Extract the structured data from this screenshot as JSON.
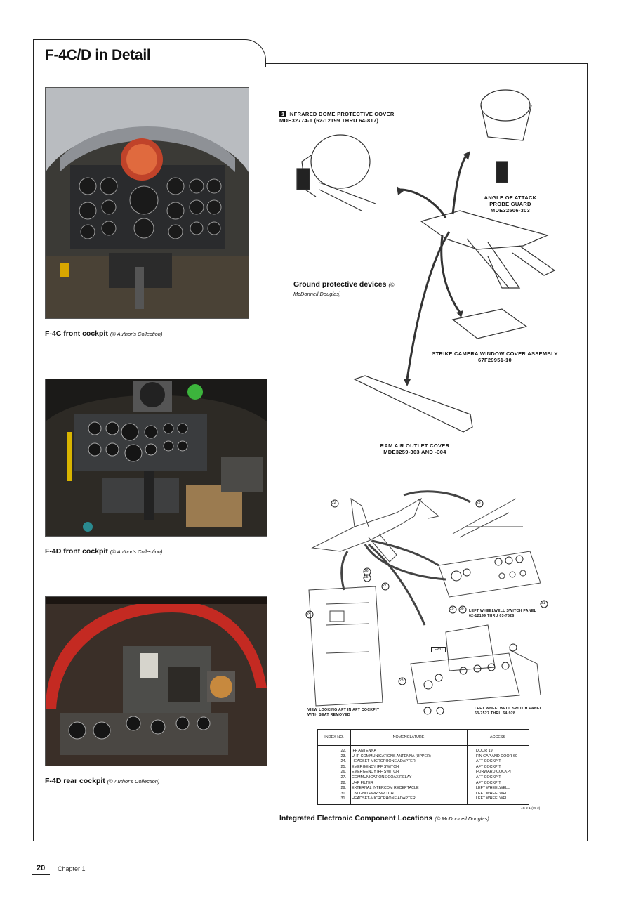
{
  "page": {
    "title": "F-4C/D in Detail",
    "page_number": "20",
    "chapter": "Chapter 1"
  },
  "photos": [
    {
      "caption": "F-4C front cockpit",
      "credit": "(© Author's Collection)"
    },
    {
      "caption": "F-4D front cockpit",
      "credit": "(© Author's Collection)"
    },
    {
      "caption": "F-4D rear cockpit",
      "credit": "(© Author's Collection)"
    }
  ],
  "ground_diagram": {
    "caption": "Ground protective devices",
    "credit": "(© McDonnell Douglas)",
    "labels": {
      "infrared": "INFRARED DOME PROTECTIVE COVER",
      "infrared_sub": "MDE32774-1 (62-12199 THRU 64-817)",
      "infrared_marker": "1",
      "aoa": "ANGLE OF ATTACK",
      "aoa2": "PROBE GUARD",
      "aoa3": "MDE32506-303",
      "strike": "STRIKE CAMERA WINDOW COVER ASSEMBLY",
      "strike2": "67F29951-10",
      "ram": "RAM AIR OUTLET COVER",
      "ram2": "MDE3259-303 AND -304"
    }
  },
  "electronic_diagram": {
    "caption": "Integrated Electronic Component Locations",
    "credit": "(© McDonnell Douglas)",
    "labels": {
      "view1": "VIEW LOOKING AFT IN AFT COCKPIT",
      "view2": "WITH SEAT REMOVED",
      "lw1": "LEFT WHEELWELL SWITCH PANEL",
      "lw1b": "62-12199 THRU 63-7526",
      "lw2": "LEFT WHEELWELL SWITCH PANEL",
      "lw2b": "63-7527 THRU 64-928",
      "fwd": "FWD",
      "code": "4C-2-1-(75-2)"
    },
    "callouts": [
      "22",
      "23",
      "24",
      "25",
      "26",
      "27",
      "28",
      "29",
      "30",
      "31"
    ],
    "table": {
      "headers": [
        "INDEX NO.",
        "NOMENCLATURE",
        "ACCESS"
      ],
      "rows": [
        {
          "index": "22.",
          "nomenclature": "IFF ANTENNA",
          "access": "DOOR 19"
        },
        {
          "index": "23.",
          "nomenclature": "UHF COMMUNICATIONS ANTENNA (UPPER)",
          "access": "FIN CAP AND DOOR 60"
        },
        {
          "index": "24.",
          "nomenclature": "HEADSET-MICROPHONE ADAPTER",
          "access": "AFT COCKPIT"
        },
        {
          "index": "25.",
          "nomenclature": "EMERGENCY IFF SWITCH",
          "access": "AFT COCKPIT"
        },
        {
          "index": "26.",
          "nomenclature": "EMERGENCY IFF SWITCH",
          "access": "FORWARD COCKPIT"
        },
        {
          "index": "27.",
          "nomenclature": "COMMUNICATIONS COAX RELAY",
          "access": "AFT COCKPIT"
        },
        {
          "index": "28.",
          "nomenclature": "UHF FILTER",
          "access": "AFT COCKPIT"
        },
        {
          "index": "29.",
          "nomenclature": "EXTERNAL INTERCOM RECEPTACLE",
          "access": "LEFT WHEELWELL"
        },
        {
          "index": "30.",
          "nomenclature": "CNI GND PWR SWITCH",
          "access": "LEFT WHEELWELL"
        },
        {
          "index": "31.",
          "nomenclature": "HEADSET-MICROPHONE ADAPTER",
          "access": "LEFT WHEELWELL"
        }
      ]
    }
  }
}
